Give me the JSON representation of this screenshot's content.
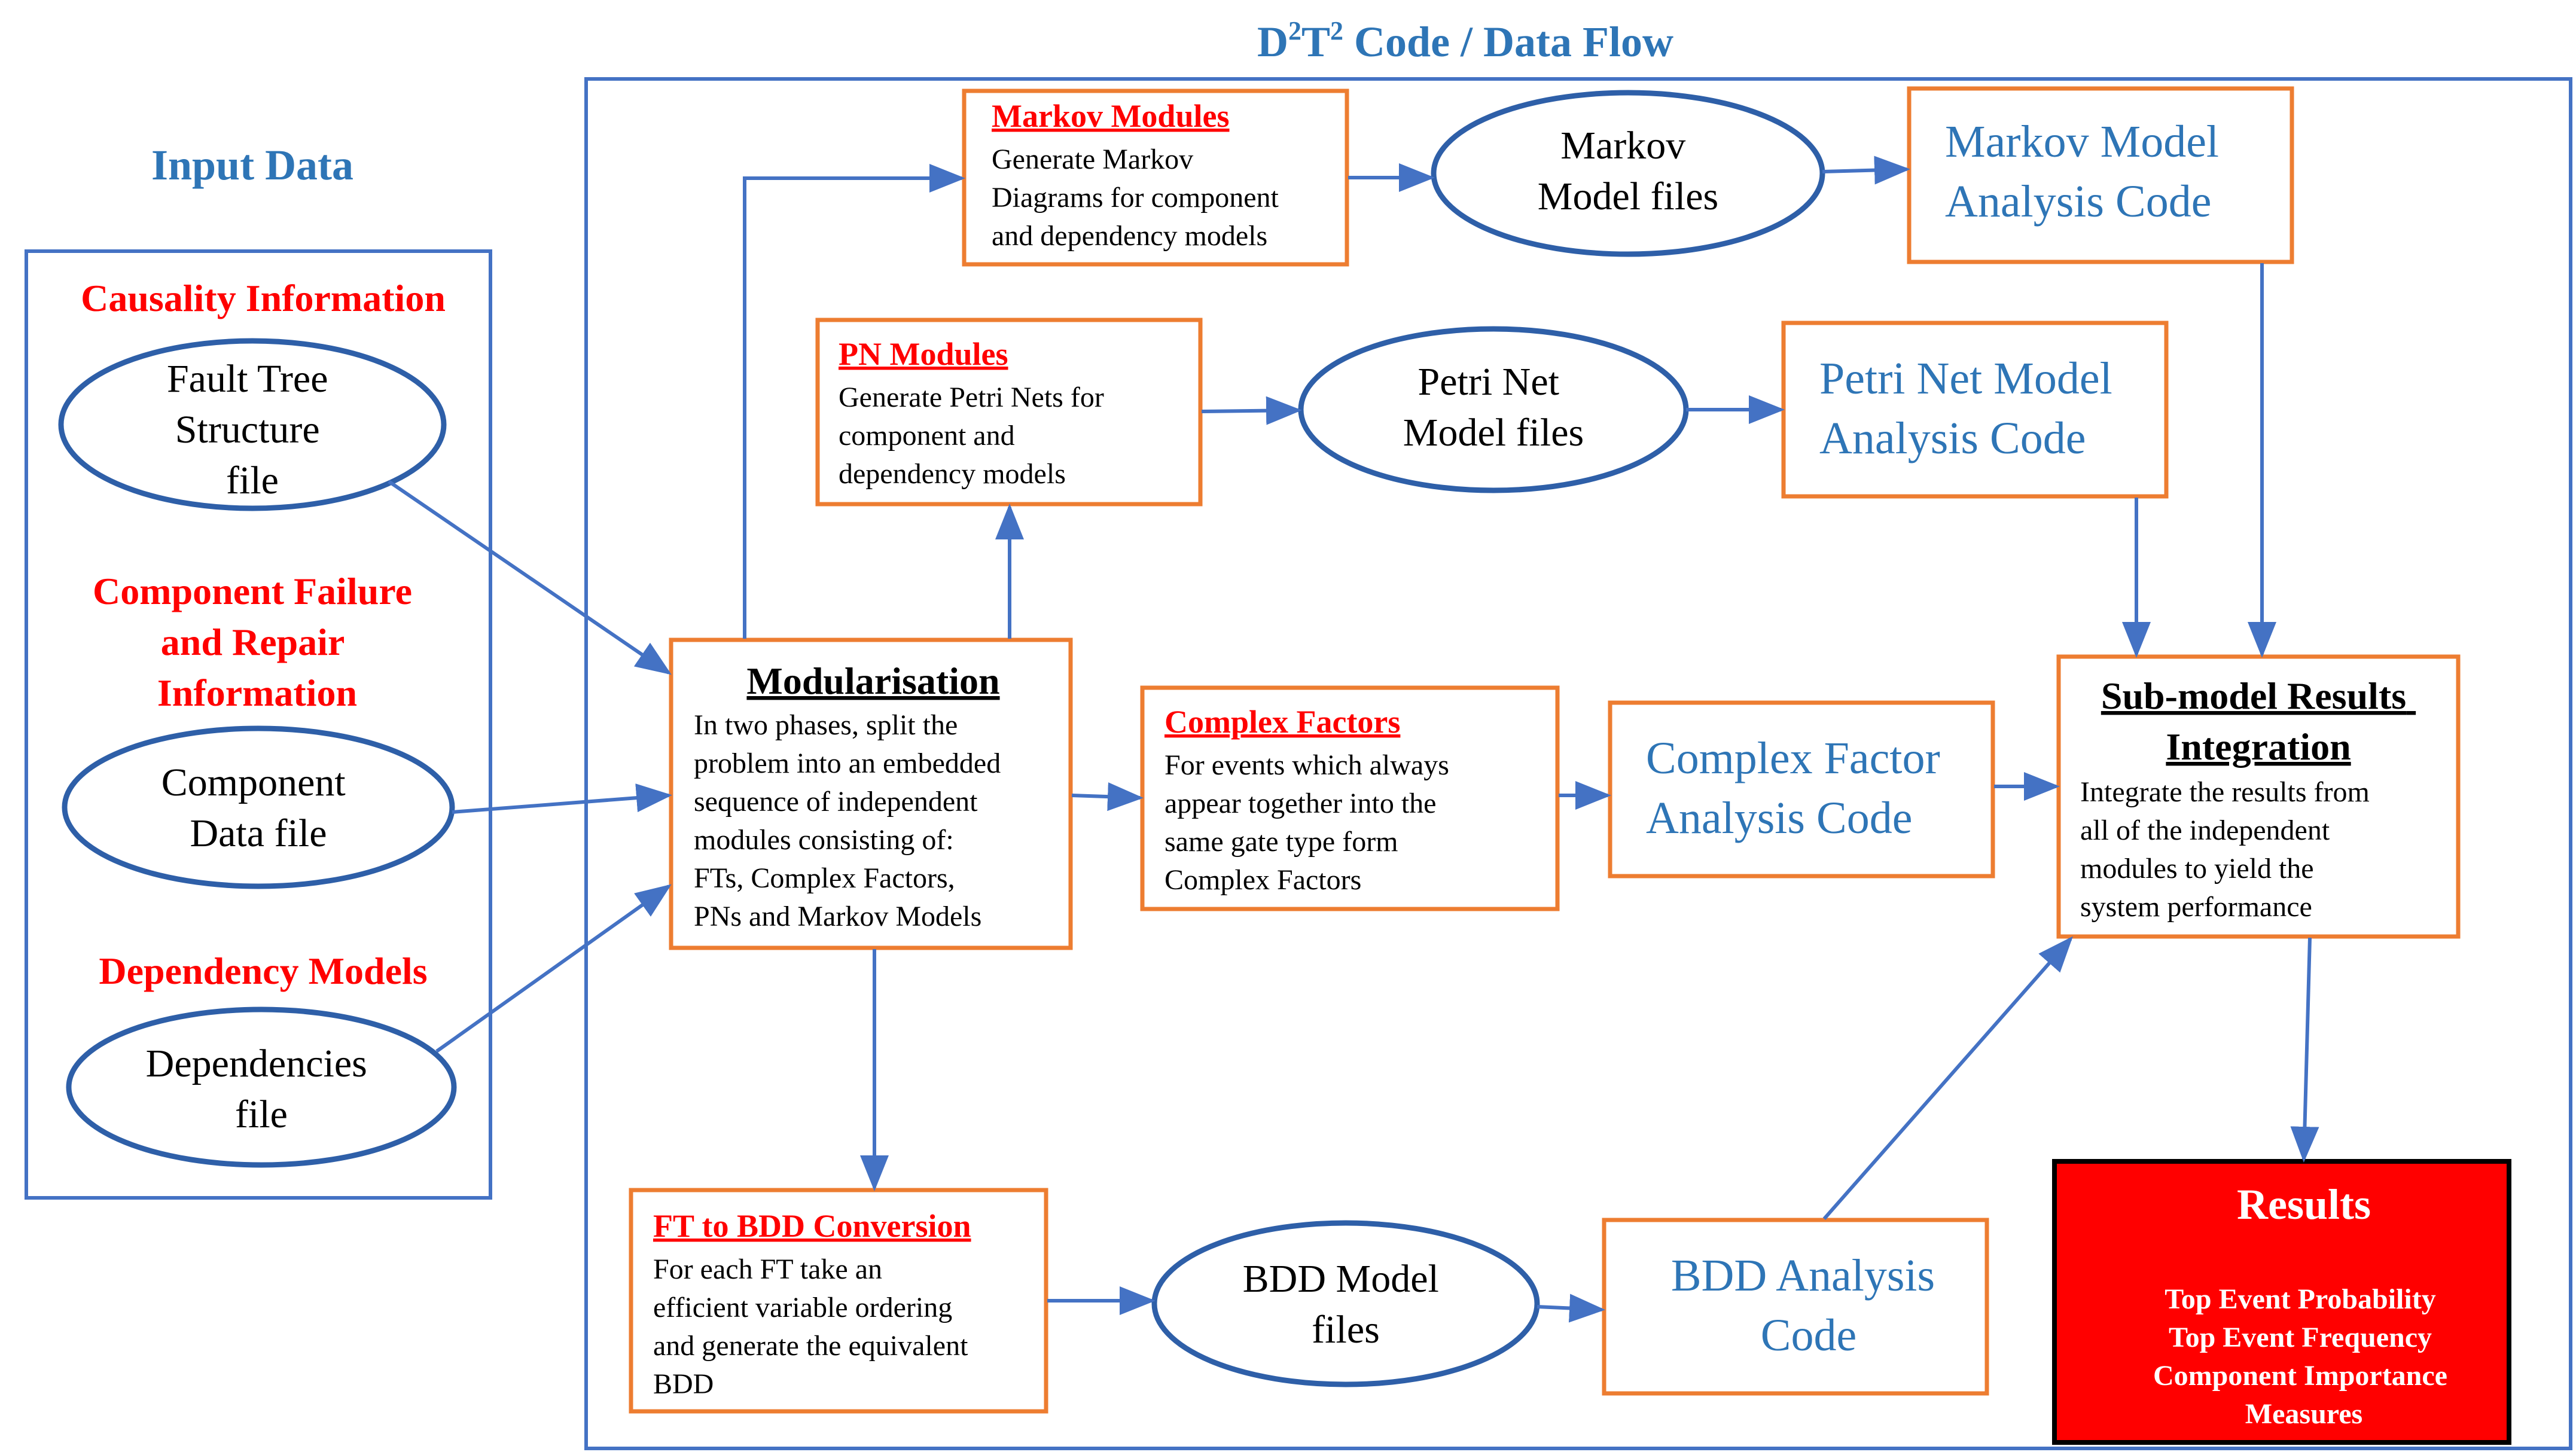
{
  "title": {
    "prefix": "D",
    "sup1": "2",
    "mid": "T",
    "sup2": "2",
    "suffix": " Code / Data Flow"
  },
  "input": {
    "heading": "Input Data",
    "causality": "Causality Information",
    "fault_tree": [
      "Fault Tree",
      "Structure",
      "file"
    ],
    "component_failure": [
      "Component Failure",
      "and Repair",
      "Information"
    ],
    "component_data": [
      "Component",
      "Data file"
    ],
    "dependency_models": "Dependency Models",
    "dependencies_file": [
      "Dependencies",
      "file"
    ]
  },
  "modularisation": {
    "title": "Modularisation",
    "lines": [
      "In two phases, split the",
      "problem into an embedded",
      "sequence of independent",
      "modules consisting of:",
      "FTs, Complex Factors,",
      "PNs and Markov Models"
    ]
  },
  "markov": {
    "heading": "Markov Modules",
    "lines": [
      "Generate Markov",
      "Diagrams for component",
      "and dependency models"
    ],
    "files": [
      "Markov",
      "Model files"
    ],
    "analysis": [
      "Markov Model",
      "Analysis Code"
    ]
  },
  "petri": {
    "heading": "PN Modules",
    "lines": [
      "Generate Petri Nets for",
      "component and",
      "dependency models"
    ],
    "files": [
      "Petri Net",
      "Model files"
    ],
    "analysis": [
      "Petri Net Model",
      "Analysis Code"
    ]
  },
  "complex": {
    "heading": "Complex Factors",
    "lines": [
      "For events which always",
      "appear together into the",
      "same gate type form",
      "Complex Factors"
    ],
    "analysis": [
      "Complex Factor",
      "Analysis Code"
    ]
  },
  "bdd": {
    "heading": "FT to BDD Conversion",
    "lines": [
      "For each FT take an",
      "efficient variable ordering",
      "and generate the equivalent",
      "BDD"
    ],
    "files": [
      "BDD Model",
      "files"
    ],
    "analysis": [
      "BDD Analysis",
      "Code"
    ]
  },
  "integration": {
    "title": [
      "Sub-model Results",
      "Integration"
    ],
    "lines": [
      "Integrate the results from",
      "all of the independent",
      "modules to yield the",
      "system performance"
    ]
  },
  "results": {
    "title": "Results",
    "items": [
      "Top Event Probability",
      "Top Event Frequency",
      "Component Importance",
      "Measures"
    ]
  },
  "colors": {
    "accent_blue": "#2E75B6",
    "box_orange": "#ED7D31",
    "heading_red": "#FF0000",
    "results_fill": "#FF0000"
  }
}
